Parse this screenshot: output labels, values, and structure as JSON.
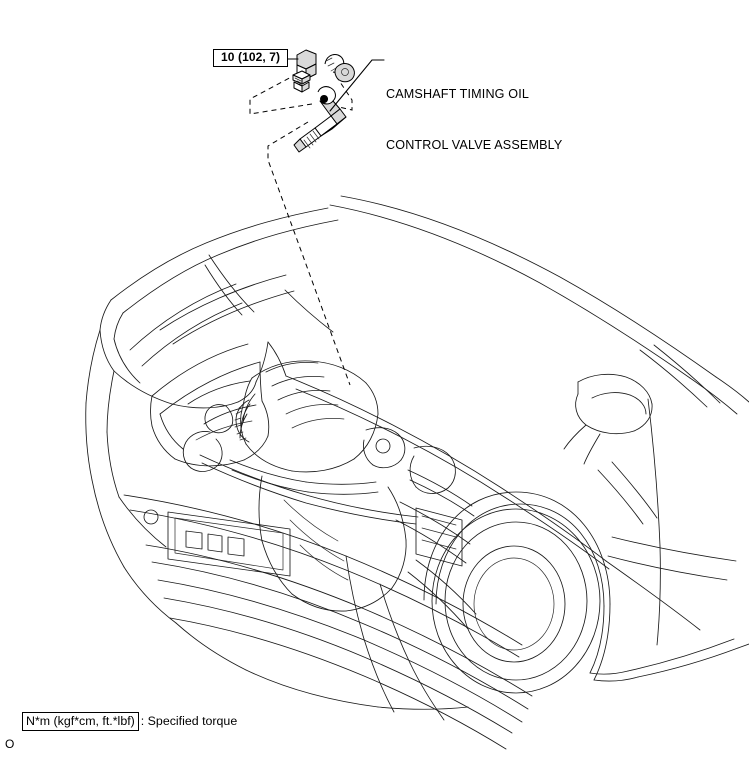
{
  "document": {
    "type": "service-manual-illustration",
    "subject": "Camshaft Timing Oil Control Valve Assembly installation",
    "view": "vehicle front three-quarter view with hood open"
  },
  "callouts": [
    {
      "id": "torque",
      "text": "10 (102, 7)",
      "boxed": true,
      "points_to": "mounting-bolt",
      "meaning": "tightening torque in N*m (kgf*cm, ft.*lbf)"
    },
    {
      "id": "part-name",
      "line1": "CAMSHAFT TIMING OIL",
      "line2": "CONTROL VALVE ASSEMBLY",
      "boxed": false,
      "points_to": "oil-control-valve-body"
    }
  ],
  "legend": {
    "unit": "N*m (kgf*cm, ft.*lbf)",
    "separator": ": ",
    "description": "Specified torque"
  },
  "page_mark": "O",
  "exploded_parts": [
    {
      "name": "mounting-bolt",
      "label": "bolt"
    },
    {
      "name": "wire-harness-clamp",
      "label": "clamp"
    },
    {
      "name": "oil-control-valve-body",
      "label": "oil control valve"
    }
  ],
  "colors": {
    "background": "#ffffff",
    "line": "#1a1a1a",
    "text": "#000000",
    "part_fill_light": "#d9d9d9",
    "part_fill_dark": "#9a9a9a"
  }
}
